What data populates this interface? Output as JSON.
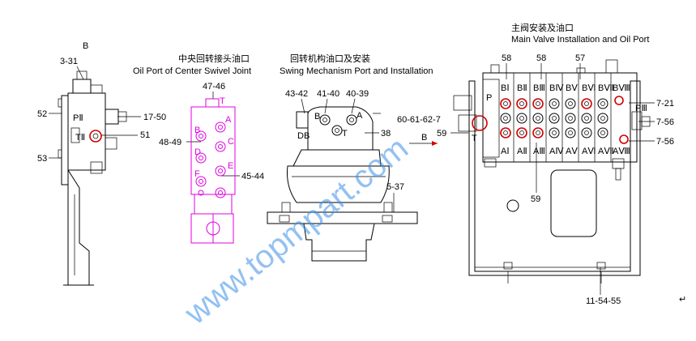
{
  "colors": {
    "accent_magenta": "#e000e0",
    "red": "#d00000",
    "watermark": "#3a8ee6"
  },
  "left_view": {
    "title": "B",
    "labels": {
      "l_3_31": "3-31",
      "l_52": "52",
      "l_pii": "PⅡ",
      "l_17_50": "17-50",
      "l_tii": "TⅡ",
      "l_51": "51",
      "l_53": "53"
    }
  },
  "swivel": {
    "title_cn": "中央回转接头油口",
    "title_en": "Oil Port of Center Swivel Joint",
    "labels": {
      "l_47_46": "47-46",
      "t": "T",
      "a": "A",
      "b": "B",
      "c": "C",
      "d": "D",
      "e": "E",
      "f": "F",
      "l_48_49": "48-49",
      "l_45_44": "45-44"
    }
  },
  "swing": {
    "title_cn": "回转机构油口及安装",
    "title_en": "Swing Mechanism Port and Installation",
    "labels": {
      "l_43_42": "43-42",
      "l_41_40": "41-40",
      "l_40_39": "40-39",
      "b": "B",
      "a": "A",
      "db": "DB",
      "t": "T",
      "l_38": "38",
      "l_5_37": "5-37"
    }
  },
  "main_valve": {
    "title_cn": "主阀安装及油口",
    "title_en": "Main Valve Installation and Oil Port",
    "labels": {
      "l_58a": "58",
      "l_58b": "58",
      "l_57": "57",
      "p": "P",
      "t": "T",
      "l_60_61_62_7": "60-61-62-7",
      "l_59a": "59",
      "l_59b": "59",
      "arrow_b": "B",
      "l_7_21": "7-21",
      "l_7_56a": "7-56",
      "l_7_56b": "7-56",
      "piii": "PⅢ",
      "l_11_54_55": "11-54-55"
    },
    "ports_top": [
      "BⅠ",
      "BⅡ",
      "BⅢ",
      "BⅣ",
      "BⅤ",
      "BⅥ",
      "BⅦ",
      "BⅧ"
    ],
    "ports_bottom": [
      "AⅠ",
      "AⅡ",
      "AⅢ",
      "AⅣ",
      "AⅤ",
      "AⅥ",
      "AⅦ",
      "AⅧ"
    ]
  },
  "watermark": "www.topmpart.com",
  "return_mark": "↵"
}
